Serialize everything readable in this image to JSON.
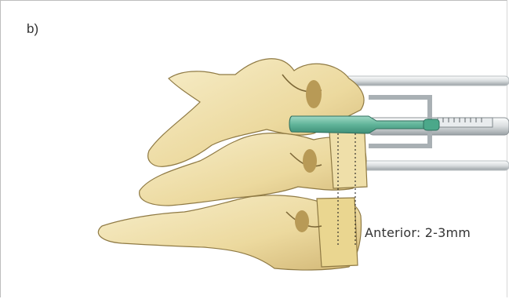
{
  "panel_label": "b)",
  "annotation": {
    "text": "Anterior: 2-3mm"
  },
  "colors": {
    "bone_light": "#f3e6b8",
    "bone_mid": "#e9d596",
    "bone_dark": "#c9ad6a",
    "bone_outline": "#8f7a44",
    "instrument_green": "#6dbfa6",
    "instrument_green_dark": "#3f8f78",
    "metal_light": "#eef0f1",
    "metal_dark": "#9aa1a5"
  },
  "icons": [
    "cervical-vertebrae-illustration",
    "distractor-instrument",
    "measurement-guide-lines"
  ]
}
